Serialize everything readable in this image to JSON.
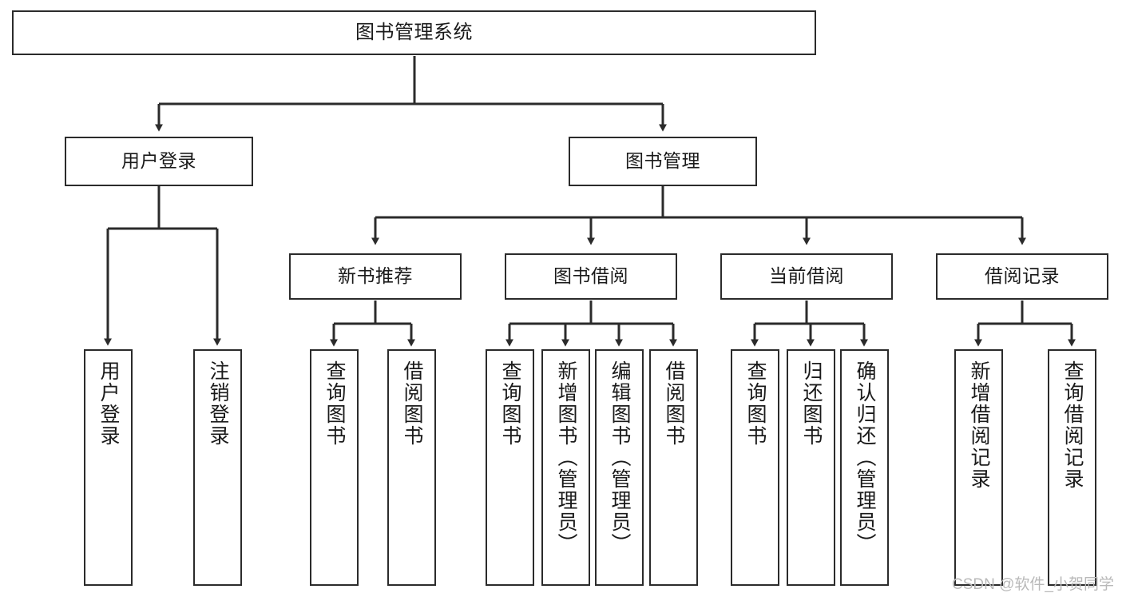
{
  "diagram": {
    "title": "图书管理系统",
    "type": "hierarchy-tree",
    "watermark": "CSDN @软件_小贺同学",
    "colors": {
      "box_border": "#2b2b2b",
      "box_fill": "#ffffff",
      "edge": "#2b2b2b",
      "background": "#ffffff",
      "watermark": "#b9b9b9"
    },
    "nodes": {
      "root": {
        "label": "图书管理系统"
      },
      "level2": [
        {
          "id": "user-login",
          "label": "用户登录"
        },
        {
          "id": "book-management",
          "label": "图书管理"
        }
      ],
      "level3": [
        {
          "id": "new-book-recommend",
          "label": "新书推荐"
        },
        {
          "id": "book-borrow",
          "label": "图书借阅"
        },
        {
          "id": "current-borrow",
          "label": "当前借阅"
        },
        {
          "id": "borrow-record",
          "label": "借阅记录"
        }
      ],
      "leaves": [
        {
          "id": "leaf-user-login",
          "label": "用户登录",
          "parent": "user-login"
        },
        {
          "id": "leaf-logout-login",
          "label": "注销登录",
          "parent": "user-login"
        },
        {
          "id": "leaf-query-book-1",
          "label": "查询图书",
          "parent": "new-book-recommend"
        },
        {
          "id": "leaf-borrow-book-1",
          "label": "借阅图书",
          "parent": "new-book-recommend"
        },
        {
          "id": "leaf-query-book-2",
          "label": "查询图书",
          "parent": "book-borrow"
        },
        {
          "id": "leaf-add-book",
          "label": "新增图书（管理员）",
          "parent": "book-borrow"
        },
        {
          "id": "leaf-edit-book",
          "label": "编辑图书（管理员）",
          "parent": "book-borrow"
        },
        {
          "id": "leaf-borrow-book-2",
          "label": "借阅图书",
          "parent": "book-borrow"
        },
        {
          "id": "leaf-query-book-3",
          "label": "查询图书",
          "parent": "current-borrow"
        },
        {
          "id": "leaf-return-book",
          "label": "归还图书",
          "parent": "current-borrow"
        },
        {
          "id": "leaf-confirm-return",
          "label": "确认归还（管理员）",
          "parent": "current-borrow"
        },
        {
          "id": "leaf-add-record",
          "label": "新增借阅记录",
          "parent": "borrow-record"
        },
        {
          "id": "leaf-query-record",
          "label": "查询借阅记录",
          "parent": "borrow-record"
        }
      ]
    }
  }
}
